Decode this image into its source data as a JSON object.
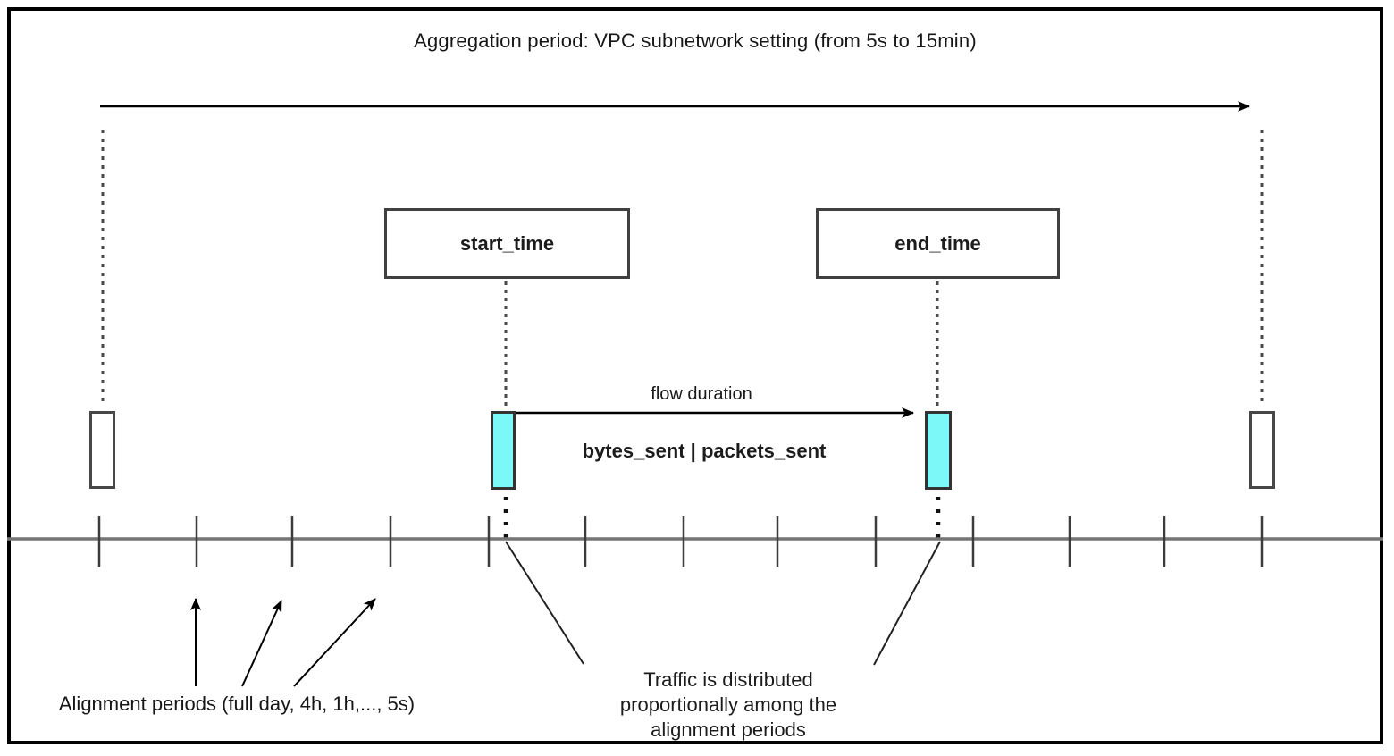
{
  "diagram": {
    "title": "Aggregation period: VPC subnetwork setting (from 5s to 15min)",
    "boxes": {
      "start": "start_time",
      "end": "end_time"
    },
    "labels": {
      "flow_duration": "flow duration",
      "metrics": "bytes_sent | packets_sent",
      "alignment_periods": "Alignment periods (full day, 4h, 1h,..., 5s)",
      "traffic_note": "Traffic is distributed\nproportionally among the\nalignment periods"
    },
    "colors": {
      "bar_fill": "#7df8f8",
      "bar_stroke": "#333333",
      "timeline": "#757575",
      "line": "#000000"
    }
  }
}
